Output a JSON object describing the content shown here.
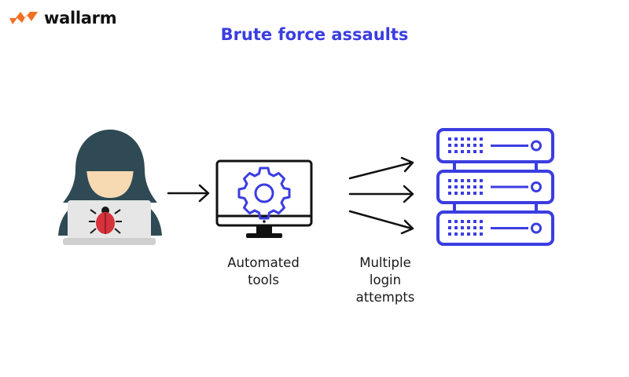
{
  "brand": {
    "name": "wallarm",
    "icon": "wallarm-logo-icon",
    "color": "#f36f21"
  },
  "title": "Brute force assaults",
  "colors": {
    "accent": "#3b3de0",
    "hood": "#2f4a54",
    "skin": "#f7d9b2",
    "laptop": "#e6e6e6",
    "bug": "#d6323b"
  },
  "nodes": {
    "hacker": {
      "icon": "hacker-laptop-icon",
      "bug_icon": "bug-icon"
    },
    "tools": {
      "icon": "monitor-gear-icon",
      "label_lines": [
        "Automated",
        "tools"
      ]
    },
    "server": {
      "icon": "server-rack-icon",
      "units": 3
    }
  },
  "edges": {
    "hacker_to_tools": {
      "icon": "arrow-right-icon"
    },
    "tools_to_server": {
      "icon": "arrow-right-icon",
      "count": 3,
      "label_lines": [
        "Multiple",
        "login",
        "attempts"
      ]
    }
  }
}
